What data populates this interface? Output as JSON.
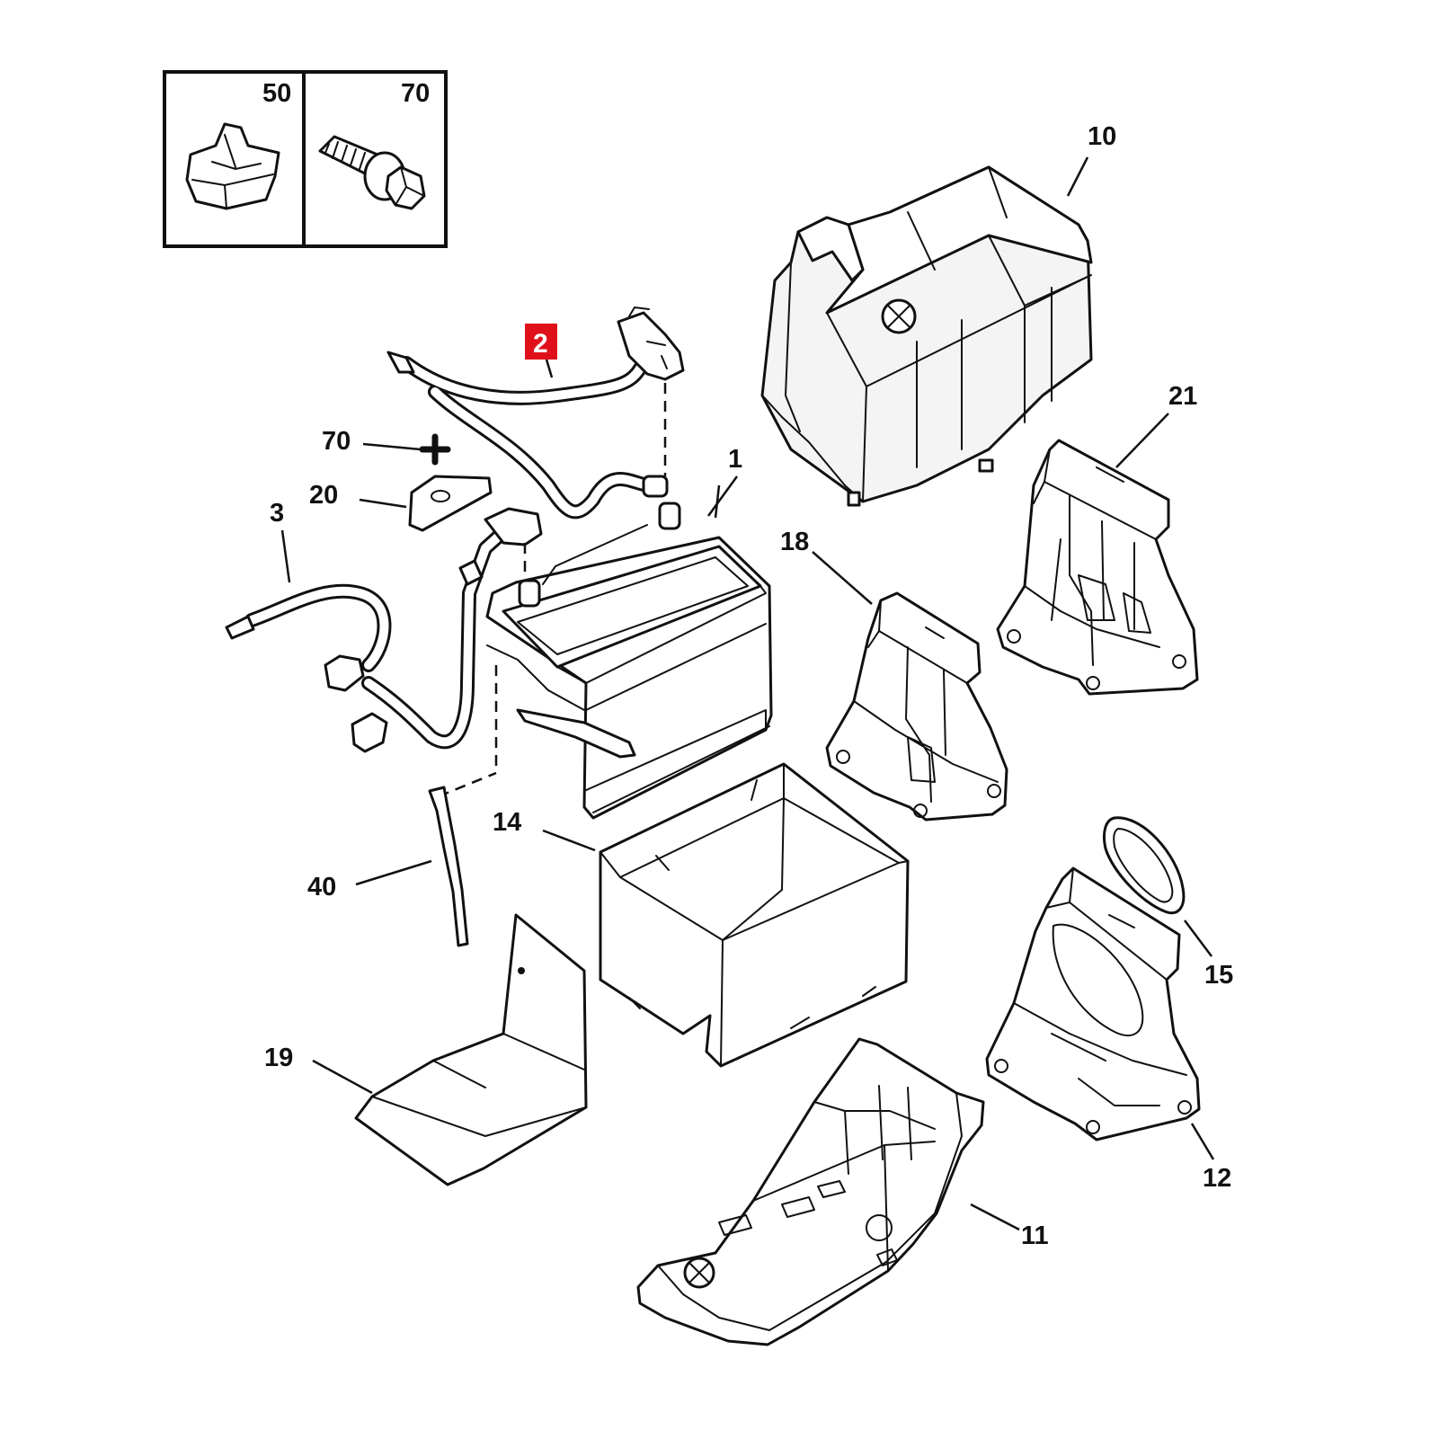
{
  "callouts": {
    "c_1": "1",
    "c_2": "2",
    "c_3": "3",
    "c_10": "10",
    "c_11": "11",
    "c_12": "12",
    "c_14": "14",
    "c_15": "15",
    "c_18": "18",
    "c_19": "19",
    "c_20": "20",
    "c_21": "21",
    "c_40": "40",
    "c_50": "50",
    "c_70_box": "70",
    "c_70": "70"
  },
  "colors": {
    "highlight": "#e0101a",
    "line": "#111111",
    "background": "#ffffff"
  }
}
